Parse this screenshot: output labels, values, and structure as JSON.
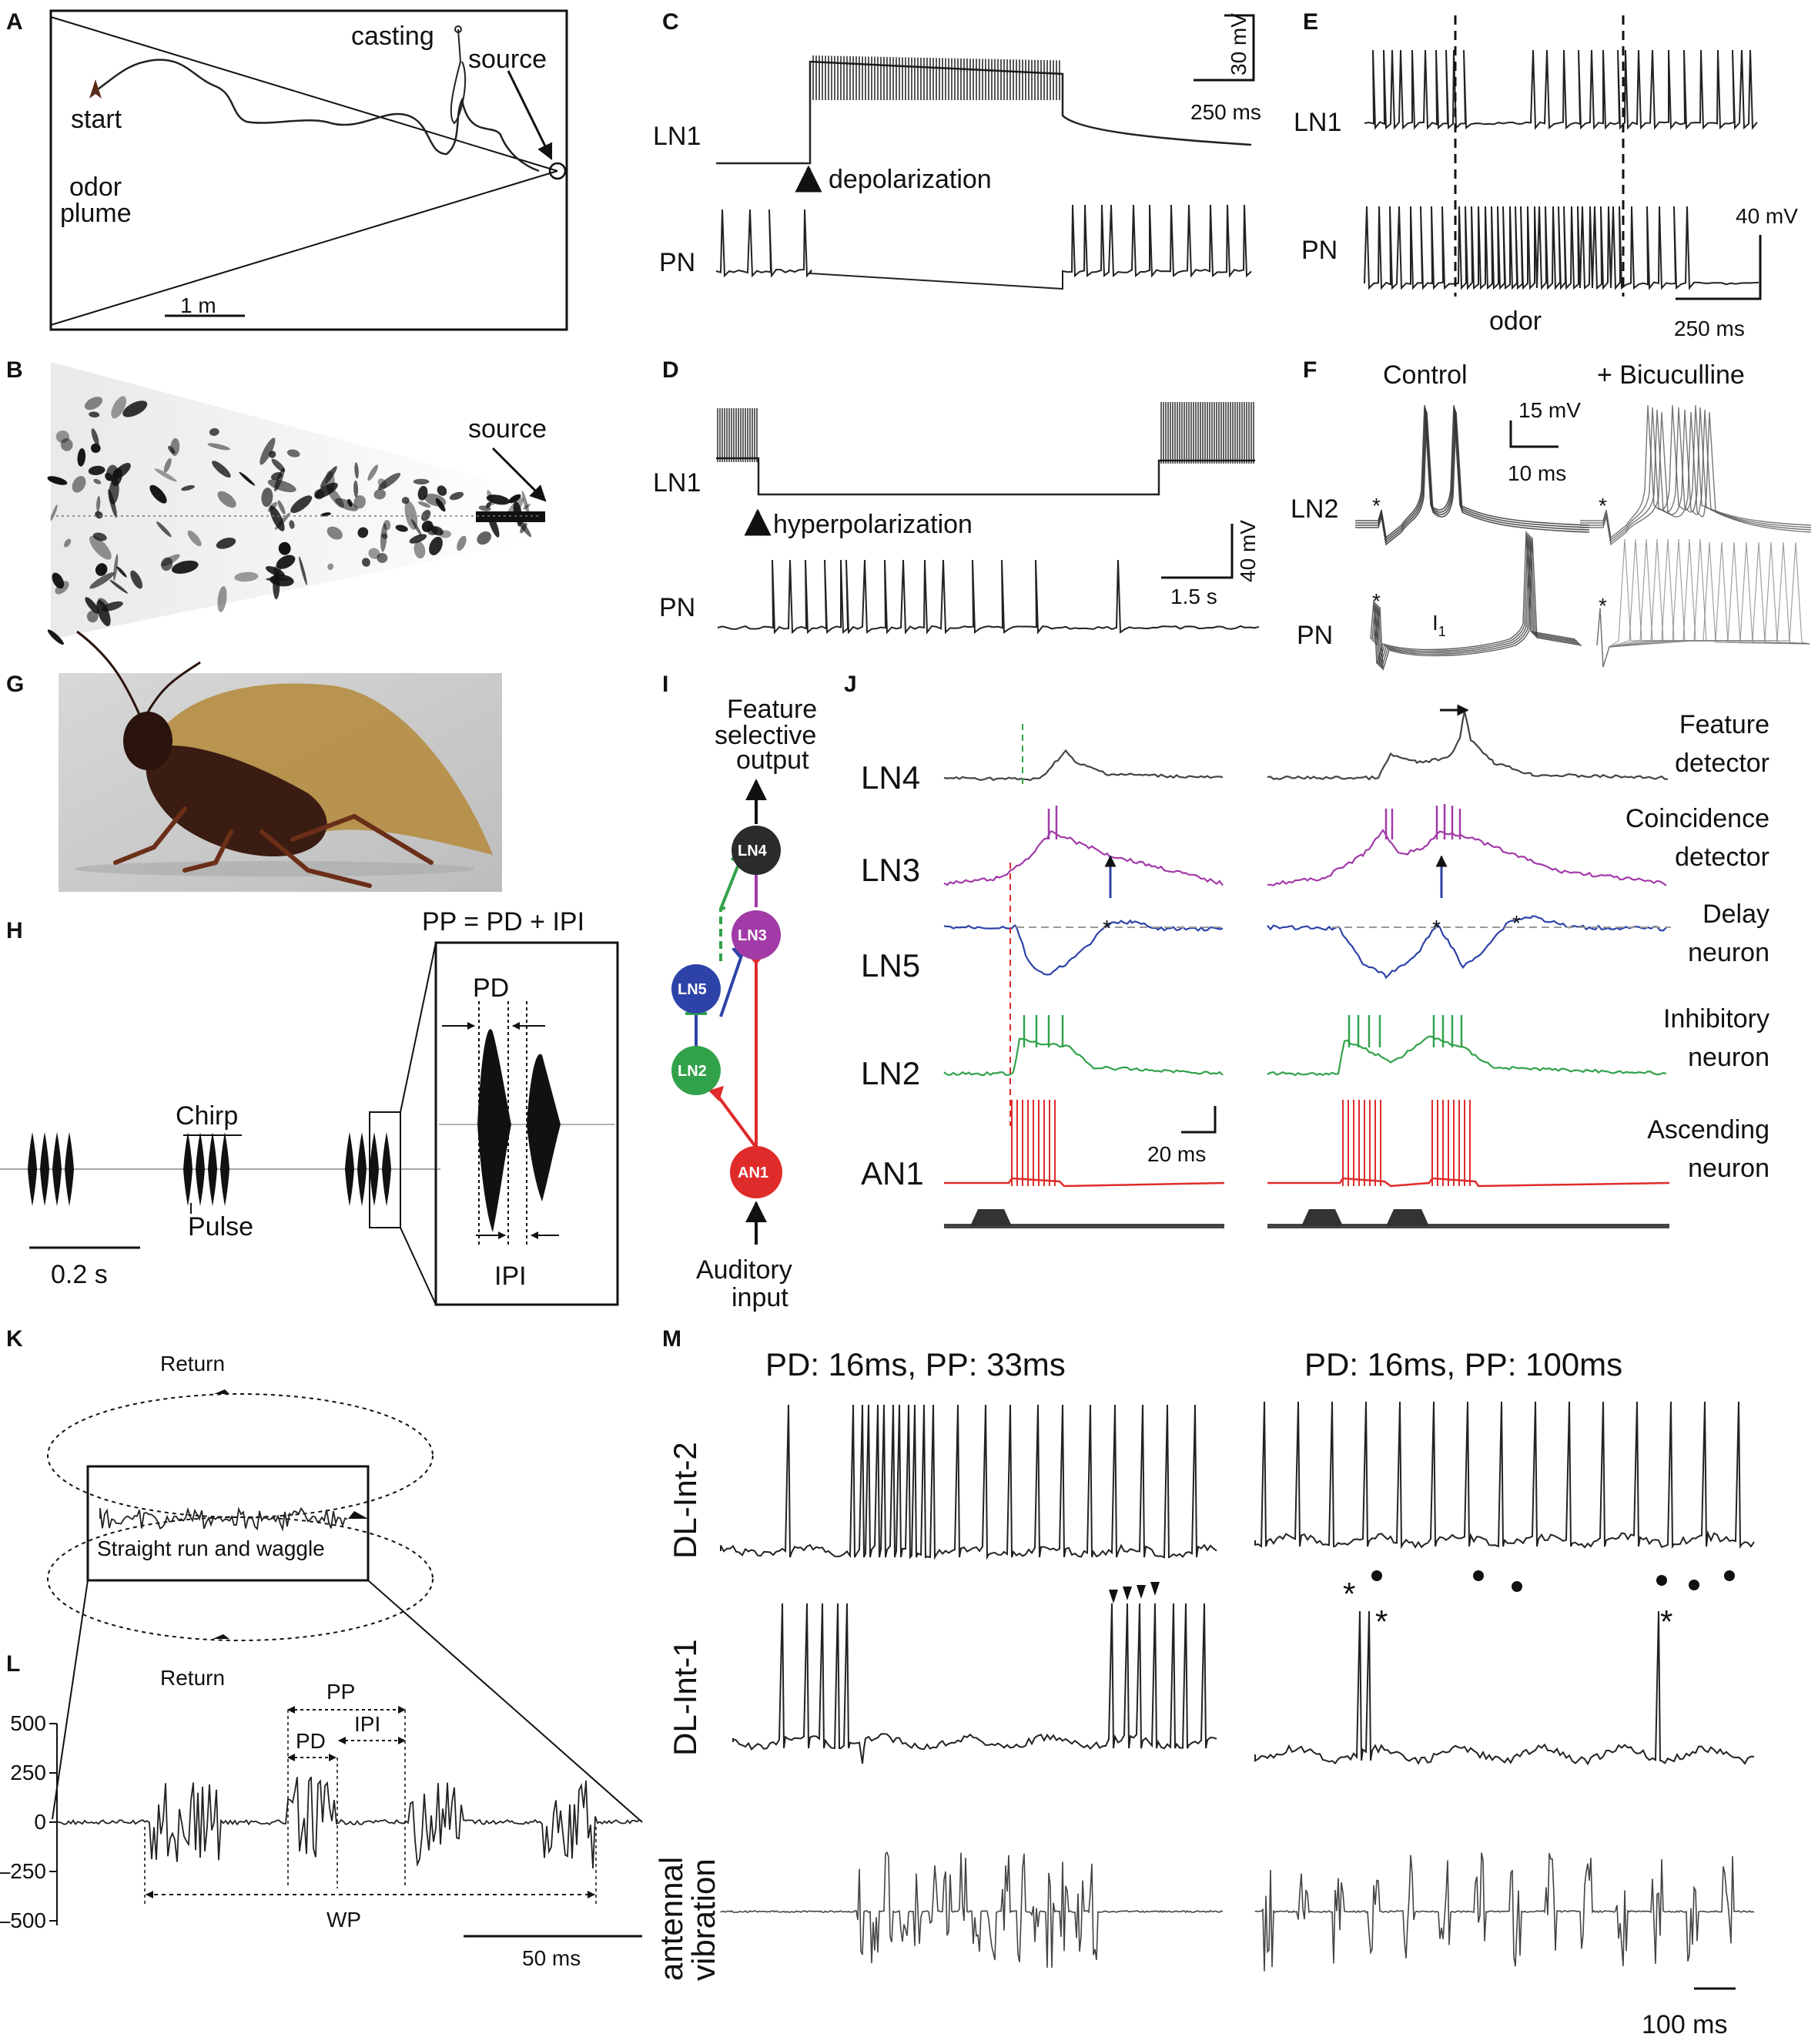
{
  "panels": {
    "A": "A",
    "B": "B",
    "C": "C",
    "D": "D",
    "E": "E",
    "F": "F",
    "G": "G",
    "H": "H",
    "I": "I",
    "J": "J",
    "K": "K",
    "L": "L",
    "M": "M"
  },
  "a": {
    "casting": "casting",
    "source": "source",
    "start": "start",
    "odor": "odor",
    "plume": "plume",
    "scale": "1 m"
  },
  "b": {
    "source": "source"
  },
  "c": {
    "ln1": "LN1",
    "pn": "PN",
    "depol": "depolarization",
    "scale_v": "30 mV",
    "scale_t": "250 ms"
  },
  "d": {
    "ln1": "LN1",
    "pn": "PN",
    "hyperpol": "hyperpolarization",
    "scale_v": "40 mV",
    "scale_t": "1.5 s"
  },
  "e": {
    "ln1": "LN1",
    "pn": "PN",
    "odor": "odor",
    "scale_v": "40 mV",
    "scale_t": "250 ms"
  },
  "f": {
    "control": "Control",
    "bic": "+ Bicuculline",
    "scale_v": "15 mV",
    "scale_t": "10 ms",
    "ln2": "LN2",
    "pn": "PN",
    "star": "*",
    "i1": "I",
    "i1_sub": "1"
  },
  "h": {
    "formula": "PP = PD + IPI",
    "chirp": "Chirp",
    "pulse": "Pulse",
    "scale": "0.2 s",
    "pd": "PD",
    "ipi": "IPI"
  },
  "i": {
    "out1": "Feature",
    "out2": "selective",
    "out3": "output",
    "in1": "Auditory",
    "in2": "input",
    "nodes": {
      "ln4": "LN4",
      "ln3": "LN3",
      "ln5": "LN5",
      "ln2": "LN2",
      "an1": "AN1"
    },
    "colors": {
      "ln4": "#2b2b2b",
      "ln3": "#a23aa8",
      "ln5": "#2e43a8",
      "ln2": "#32a24a",
      "an1": "#e02b2b"
    }
  },
  "j": {
    "rows": [
      "LN4",
      "LN3",
      "LN5",
      "LN2",
      "AN1"
    ],
    "roles": [
      [
        "Feature",
        "detector"
      ],
      [
        "Coincidence",
        "detector"
      ],
      [
        "Delay",
        "neuron"
      ],
      [
        "Inhibitory",
        "neuron"
      ],
      [
        "Ascending",
        "neuron"
      ]
    ],
    "scale": "20 ms",
    "star": "*"
  },
  "k": {
    "return_top": "Return",
    "return_bottom": "Return",
    "waggle": "Straight run and waggle"
  },
  "l": {
    "pp": "PP",
    "pd": "PD",
    "ipi": "IPI",
    "wp": "WP",
    "scale": "50 ms",
    "y_ticks": [
      "500",
      "250",
      "0",
      "–250",
      "–500"
    ]
  },
  "m": {
    "title_left": "PD: 16ms, PP: 33ms",
    "title_right": "PD: 16ms, PP: 100ms",
    "row1": "DL-Int-2",
    "row2": "DL-Int-1",
    "row3a": "antennal",
    "row3b": "vibration",
    "scale": "100 ms",
    "star": "*"
  }
}
